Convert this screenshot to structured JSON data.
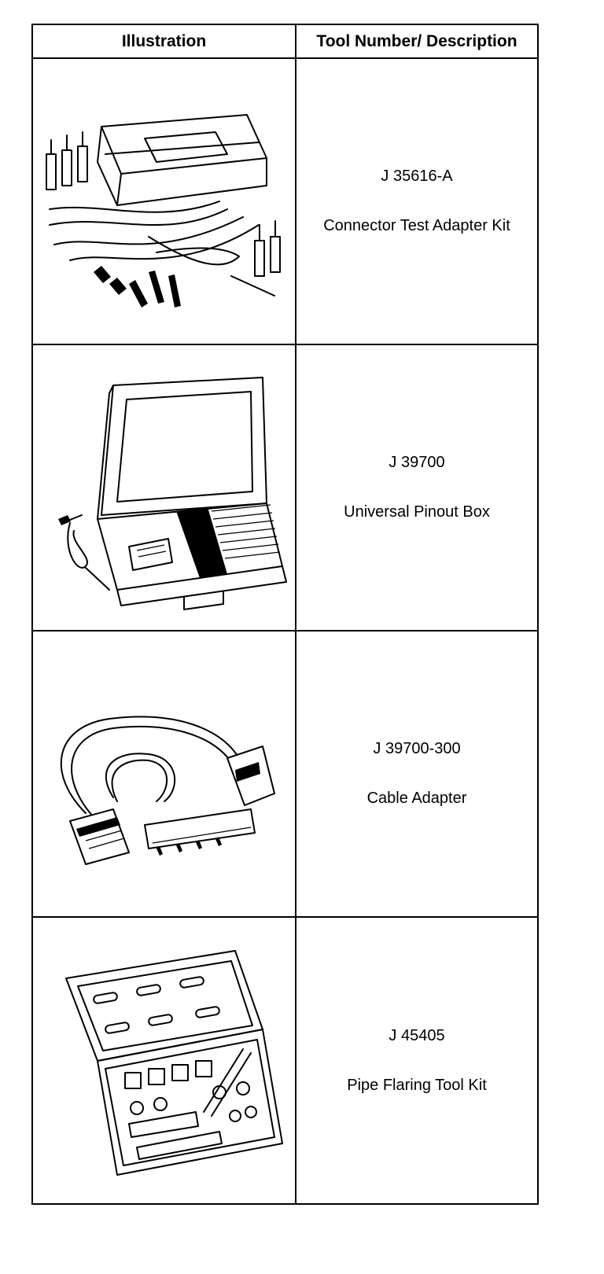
{
  "table": {
    "header": {
      "illustration": "Illustration",
      "tool": "Tool Number/ Description"
    },
    "rows": [
      {
        "number": "J 35616-A",
        "description": "Connector Test Adapter Kit",
        "icon": "connector-test-adapter-kit-drawing"
      },
      {
        "number": "J 39700",
        "description": "Universal Pinout Box",
        "icon": "universal-pinout-box-drawing"
      },
      {
        "number": "J 39700-300",
        "description": "Cable Adapter",
        "icon": "cable-adapter-drawing"
      },
      {
        "number": "J 45405",
        "description": "Pipe Flaring Tool Kit",
        "icon": "pipe-flaring-tool-kit-drawing"
      }
    ]
  }
}
